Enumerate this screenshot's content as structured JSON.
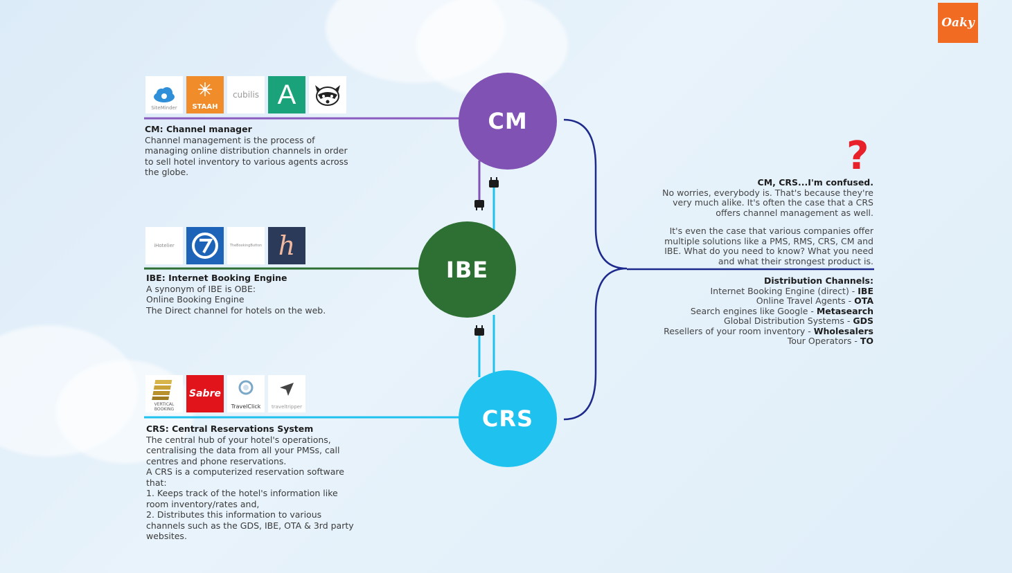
{
  "brand": {
    "name": "Oaky"
  },
  "nodes": {
    "cm": {
      "label": "CM",
      "color": "#7f52b4"
    },
    "ibe": {
      "label": "IBE",
      "color": "#2e6f33"
    },
    "crs": {
      "label": "CRS",
      "color": "#1fc2ef"
    }
  },
  "cm_logos": [
    {
      "name": "SiteMinder",
      "icon": "cloud-icon"
    },
    {
      "name": "STAAH",
      "icon": "staah-icon"
    },
    {
      "name": "cubilis",
      "icon": "cubilis-wordmark"
    },
    {
      "name": "A",
      "icon": "a-letter-icon"
    },
    {
      "name": "raccoon",
      "icon": "raccoon-icon"
    }
  ],
  "ibe_logos": [
    {
      "name": "iHotelier",
      "icon": "ihotelier-wordmark"
    },
    {
      "name": "7",
      "icon": "seven-icon"
    },
    {
      "name": "TheBookingButton",
      "icon": "bookingbutton-wordmark"
    },
    {
      "name": "h",
      "icon": "h-letter-icon"
    }
  ],
  "crs_logos": [
    {
      "name": "VERTICAL BOOKING",
      "icon": "stack-icon"
    },
    {
      "name": "Sabre",
      "icon": "sabre-wordmark"
    },
    {
      "name": "TravelClick",
      "icon": "travelclick-icon"
    },
    {
      "name": "traveltripper",
      "icon": "paper-plane-icon"
    }
  ],
  "cm_text": {
    "heading": "CM: Channel manager",
    "body": [
      "Channel management is the process of",
      "managing online distribution channels in order",
      "to sell hotel inventory to various agents across",
      "the globe."
    ]
  },
  "ibe_text": {
    "heading": "IBE: Internet Booking Engine",
    "body": [
      "A synonym of IBE is OBE:",
      "Online Booking Engine",
      "The Direct channel for hotels on the web."
    ]
  },
  "crs_text": {
    "heading": "CRS: Central Reservations System",
    "body": [
      "The central hub of your hotel's operations,",
      "centralising the data from all your PMSs, call",
      "centres and phone reservations.",
      "A CRS is a computerized reservation software",
      "that:",
      "1. Keeps track of the hotel's information like",
      "room inventory/rates and,",
      "2. Distributes this information to various",
      "channels such as the GDS, IBE, OTA & 3rd party",
      "websites."
    ]
  },
  "confused": {
    "heading": "CM, CRS...I'm confused.",
    "para1": [
      "No worries, everybody is. That's because they're",
      "very much alike. It's often the case that a CRS",
      "offers channel management as well."
    ],
    "para2": [
      "It's even the case that various companies offer",
      "multiple solutions like a PMS, RMS, CRS, CM and",
      "IBE. What do you need to know? What you need",
      "and what their strongest product is."
    ]
  },
  "distribution": {
    "heading": "Distribution Channels:",
    "items": [
      {
        "label": "Internet Booking Engine (direct) - ",
        "code": "IBE"
      },
      {
        "label": "Online Travel Agents - ",
        "code": "OTA"
      },
      {
        "label": "Search engines like Google - ",
        "code": "Metasearch"
      },
      {
        "label": "Global Distribution Systems - ",
        "code": "GDS"
      },
      {
        "label": "Resellers of your room inventory - ",
        "code": "Wholesalers"
      },
      {
        "label": "Tour Operators - ",
        "code": "TO"
      }
    ]
  },
  "question_mark": {
    "glyph": "?",
    "color": "#e8202a"
  }
}
